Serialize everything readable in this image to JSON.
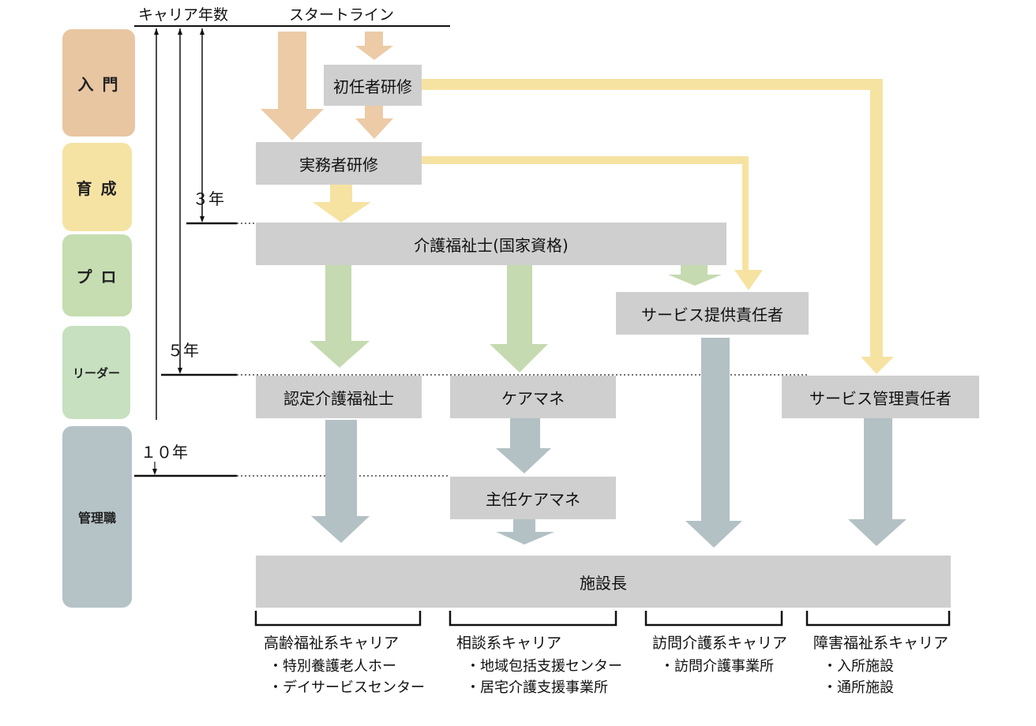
{
  "header": {
    "career_years": "キャリア年数",
    "start_line": "スタートライン"
  },
  "stages": [
    {
      "label": "入 門",
      "color": "#e8c6a2"
    },
    {
      "label": "育 成",
      "color": "#f5e3a3"
    },
    {
      "label": "プ ロ",
      "color": "#c5ddb0"
    },
    {
      "label": "リーダー",
      "color": "#c6e0c0"
    },
    {
      "label": "管理職",
      "color": "#b5c3c7"
    }
  ],
  "years": {
    "y3": "３年",
    "y5": "５年",
    "y10": "１０年"
  },
  "boxes": {
    "shoninsha": "初任者研修",
    "jitsumusha": "実務者研修",
    "kaigofukushishi": "介護福祉士(国家資格)",
    "service_teikyo": "サービス提供責任者",
    "nintei": "認定介護福祉士",
    "caremane": "ケアマネ",
    "service_kanri": "サービス管理責任者",
    "shunin_caremane": "主任ケアマネ",
    "shisetsucho": "施設長"
  },
  "careers": [
    {
      "title": "高齢福祉系キャリア",
      "items": [
        "・特別養護老人ホー",
        "・デイサービスセンター"
      ]
    },
    {
      "title": "相談系キャリア",
      "items": [
        "・地域包括支援センター",
        "・居宅介護支援事業所"
      ]
    },
    {
      "title": "訪問介護系キャリア",
      "items": [
        "・訪問介護事業所"
      ]
    },
    {
      "title": "障害福祉系キャリア",
      "items": [
        "・入所施設",
        "・通所施設"
      ]
    }
  ],
  "colors": {
    "peach": "#eccba6",
    "yellow": "#f6e3a2",
    "green": "#c5dab0",
    "slate": "#b3c1c5",
    "box": "#cfcfcf"
  }
}
